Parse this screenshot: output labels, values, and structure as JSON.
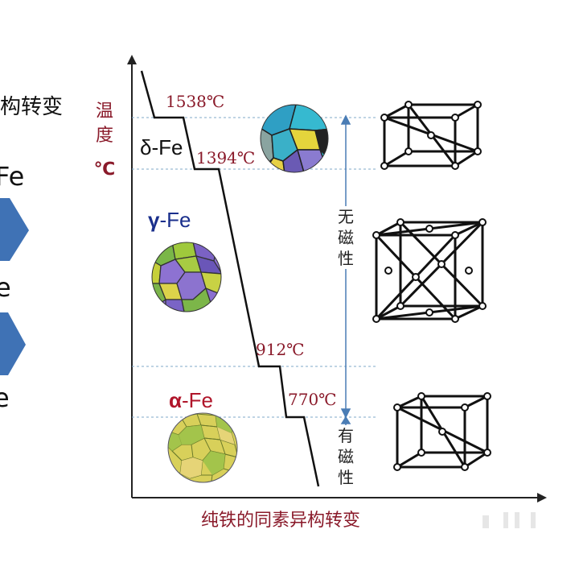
{
  "left_fragments": {
    "heading": "构转变",
    "fe1": "Fe",
    "fe2": "e",
    "fe3": "e"
  },
  "axis": {
    "y_label_line1": "温",
    "y_label_line2": "度",
    "unit": "℃"
  },
  "temperatures": {
    "t1538": "1538℃",
    "t1394": "1394℃",
    "t912": "912℃",
    "t770": "770℃"
  },
  "phases": {
    "delta": {
      "prefix": "δ",
      "suffix": "-Fe",
      "color": "#111111"
    },
    "gamma": {
      "prefix": "γ",
      "suffix": "-Fe",
      "prefix_color": "#1a2f8c",
      "suffix_color": "#1a2f8c"
    },
    "alpha": {
      "prefix": "α",
      "suffix": "-Fe",
      "prefix_color": "#b0152a",
      "suffix_color": "#b0152a"
    }
  },
  "magnetism": {
    "nonmagnetic": [
      "无",
      "磁",
      "性"
    ],
    "magnetic": [
      "有",
      "磁",
      "性"
    ]
  },
  "caption": "纯铁的同素异构转变",
  "colors": {
    "accent": "#8a1a2a",
    "arrow_blue": "#3f72b5",
    "dashed_line": "#7fa8c9"
  }
}
